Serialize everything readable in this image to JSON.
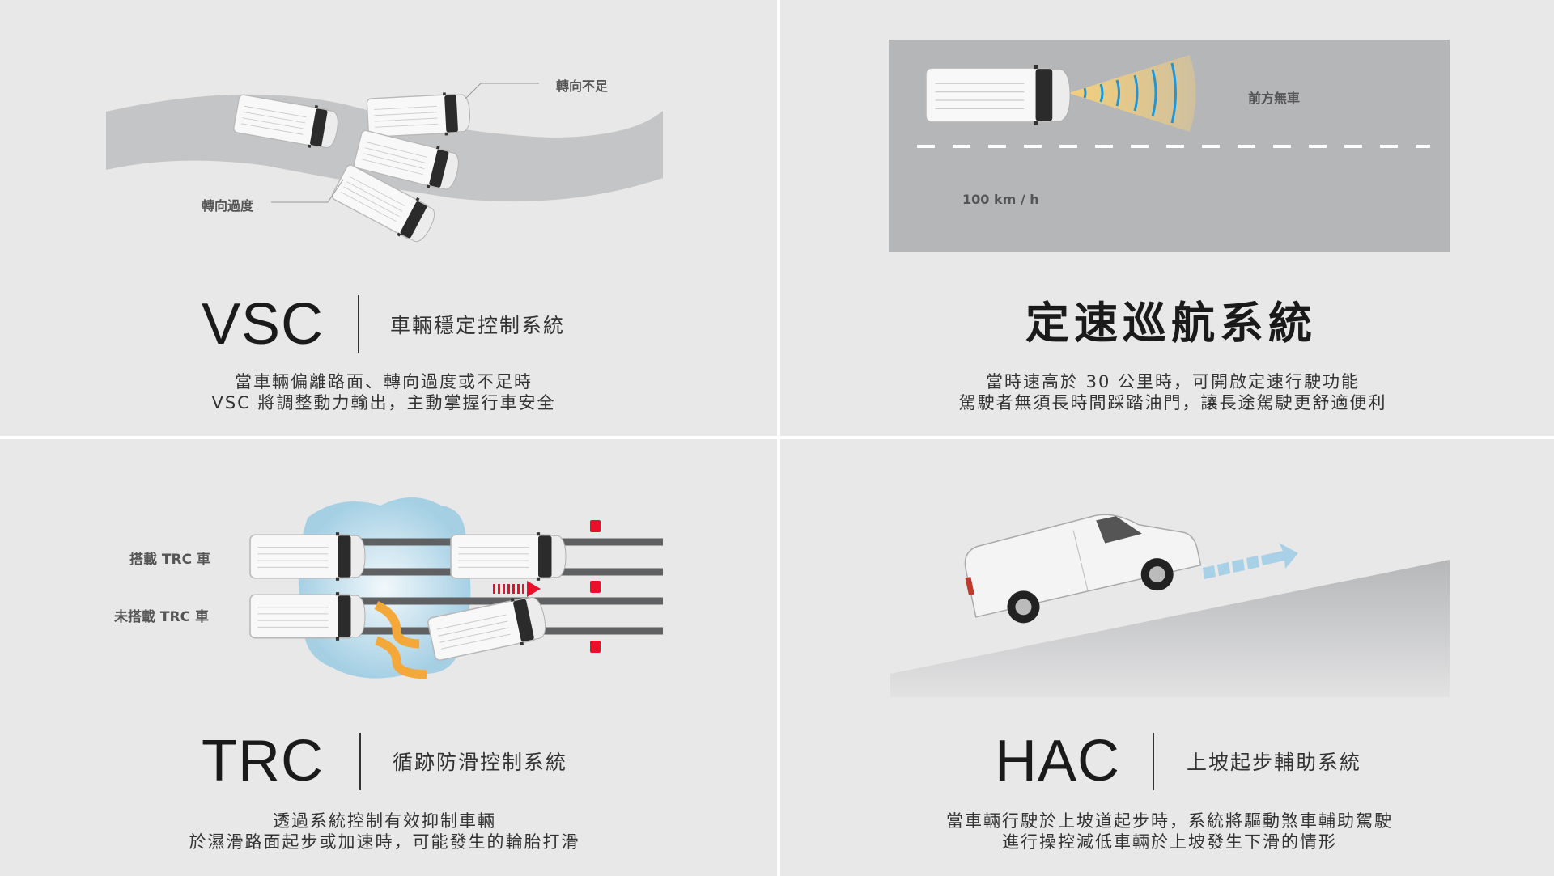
{
  "vsc": {
    "title": "VSC",
    "subtitle": "車輛穩定控制系統",
    "label_understeer": "轉向不足",
    "label_oversteer": "轉向過度",
    "desc": [
      "當車輛偏離路面、轉向過度或不足時",
      "VSC 將調整動力輸出，主動掌握行車安全"
    ]
  },
  "cruise": {
    "title": "定速巡航系統",
    "label_no_car": "前方無車",
    "label_speed": "100 km / h",
    "desc": [
      "當時速高於 30 公里時，可開啟定速行駛功能",
      "駕駛者無須長時間踩踏油門，讓長途駕駛更舒適便利"
    ]
  },
  "trc": {
    "title": "TRC",
    "subtitle": "循跡防滑控制系統",
    "label_with": "搭載 TRC 車",
    "label_without": "未搭載 TRC 車",
    "desc": [
      "透過系統控制有效抑制車輛",
      "於濕滑路面起步或加速時，可能發生的輪胎打滑"
    ]
  },
  "hac": {
    "title": "HAC",
    "subtitle": "上坡起步輔助系統",
    "desc": [
      "當車輛行駛於上坡道起步時，系統將驅動煞車輔助駕駛",
      "進行操控減低車輛於上坡發生下滑的情形"
    ]
  },
  "colors": {
    "background": "#e8e8e8",
    "divider": "#ffffff",
    "road": "#c4c5c7",
    "radar": "#f5cf7a",
    "water": "#a9d3e6",
    "skid": "#f5a83a",
    "alert_red": "#e8102a"
  }
}
